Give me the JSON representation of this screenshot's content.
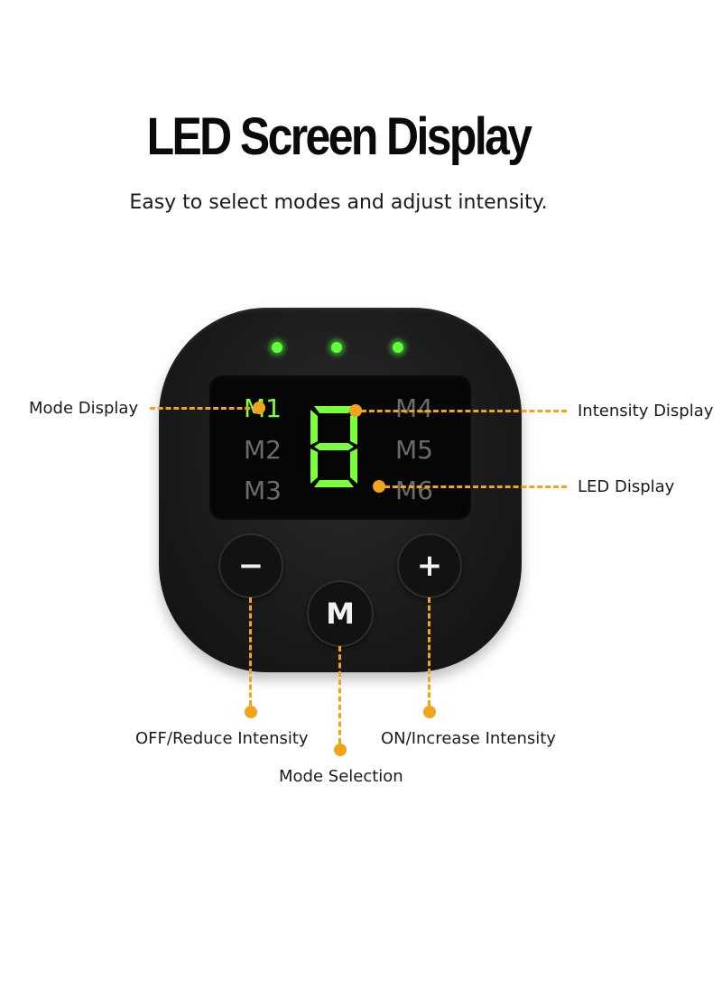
{
  "header": {
    "title": "LED Screen Display",
    "subtitle": "Easy to select modes and adjust intensity."
  },
  "device": {
    "modes_left": [
      "M1",
      "M2",
      "M3"
    ],
    "modes_right": [
      "M4",
      "M5",
      "M6"
    ],
    "active_mode": "M1",
    "intensity_digit": "8",
    "buttons": {
      "minus": "−",
      "plus": "+",
      "mode": "M"
    }
  },
  "callouts": {
    "mode_display": "Mode Display",
    "intensity_display": "Intensity Display",
    "led_display": "LED Display",
    "off_reduce": "OFF/Reduce Intensity",
    "mode_selection": "Mode Selection",
    "on_increase": "ON/Increase Intensity"
  },
  "colors": {
    "accent": "#f0a41c",
    "led_green": "#7bff3c",
    "device_body": "#1a1a1a"
  }
}
